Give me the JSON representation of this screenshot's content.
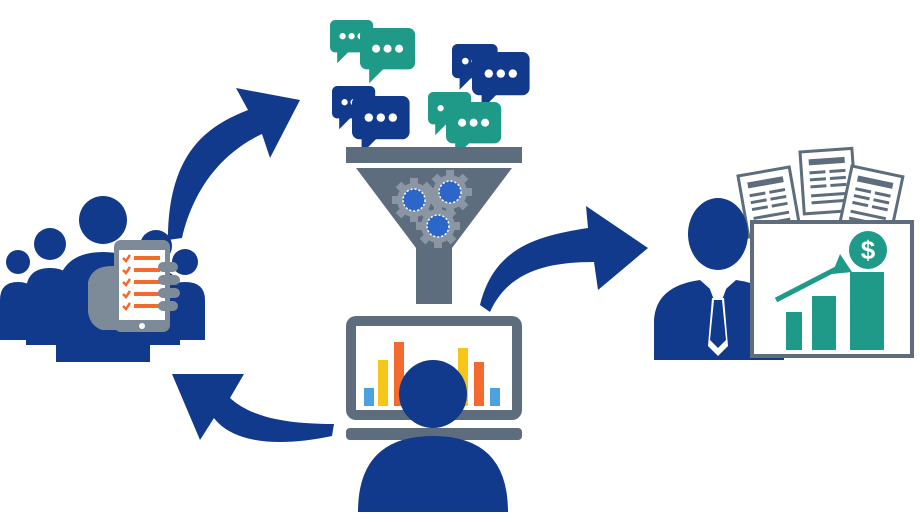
{
  "title": "",
  "colors": {
    "navy": "#123a8c",
    "teal": "#1f9a88",
    "slate": "#5d6d7e",
    "orange": "#f26a2e",
    "yellow": "#f5c518",
    "lightblue": "#4aa3df",
    "white": "#ffffff"
  },
  "nodes": [
    {
      "id": "crowd-with-survey-phone",
      "icon": "survey-phone-icon"
    },
    {
      "id": "feedback-funnel",
      "icon": "funnel-icon"
    },
    {
      "id": "analyst-at-monitor",
      "icon": "analyst-icon"
    },
    {
      "id": "business-outcome",
      "icon": "businessman-chart-icon"
    }
  ],
  "flow": [
    {
      "from": "crowd-with-survey-phone",
      "to": "feedback-funnel"
    },
    {
      "from": "analyst-at-monitor",
      "to": "business-outcome"
    },
    {
      "from": "analyst-at-monitor",
      "to": "crowd-with-survey-phone"
    }
  ],
  "decorations": {
    "speech_bubble_count": 8,
    "gear_count": 3,
    "newspaper_count": 3
  },
  "money_badge_symbol": "$"
}
